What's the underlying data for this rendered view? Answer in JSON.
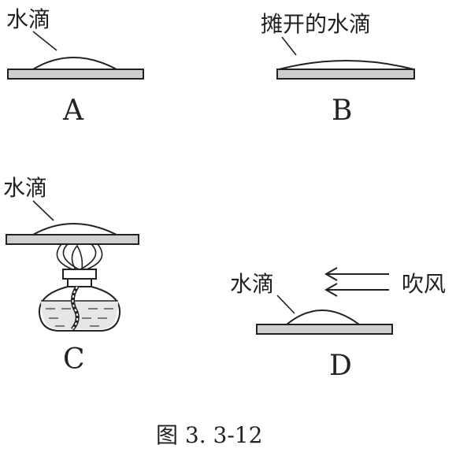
{
  "panels": {
    "a": {
      "drop_label": "水滴",
      "letter": "A"
    },
    "b": {
      "drop_label": "摊开的水滴",
      "letter": "B"
    },
    "c": {
      "drop_label": "水滴",
      "letter": "C"
    },
    "d": {
      "drop_label": "水滴",
      "wind_label": "吹风",
      "letter": "D"
    }
  },
  "caption": "图 3. 3-12"
}
